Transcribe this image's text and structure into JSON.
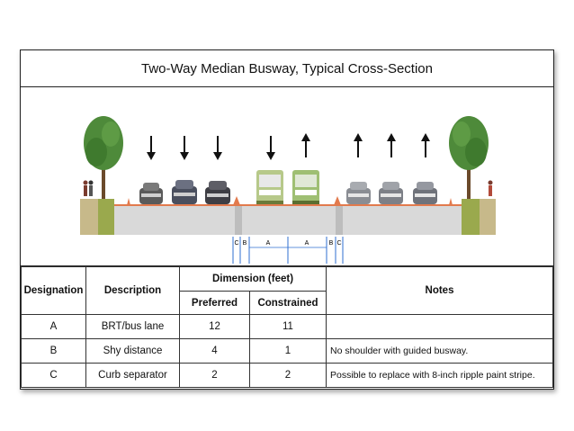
{
  "title": "Two-Way Median Busway, Typical Cross-Section",
  "dimension_labels": [
    "C",
    "B",
    "A",
    "A",
    "B",
    "C"
  ],
  "arrows": [
    "down",
    "down",
    "down",
    "down",
    "up",
    "up",
    "up",
    "up"
  ],
  "colors": {
    "road": "#d6d6d6",
    "curb_line": "#e27a4d",
    "planter": "#9aa94d",
    "dimension_line": "#2f6fd1"
  },
  "table": {
    "headers": {
      "designation": "Designation",
      "description": "Description",
      "dimension": "Dimension (feet)",
      "preferred": "Preferred",
      "constrained": "Constrained",
      "notes": "Notes"
    },
    "rows": [
      {
        "designation": "A",
        "description": "BRT/bus lane",
        "preferred": "12",
        "constrained": "11",
        "notes": ""
      },
      {
        "designation": "B",
        "description": "Shy distance",
        "preferred": "4",
        "constrained": "1",
        "notes": "No shoulder with guided busway."
      },
      {
        "designation": "C",
        "description": "Curb separator",
        "preferred": "2",
        "constrained": "2",
        "notes": "Possible to replace with 8-inch ripple paint stripe."
      }
    ]
  }
}
